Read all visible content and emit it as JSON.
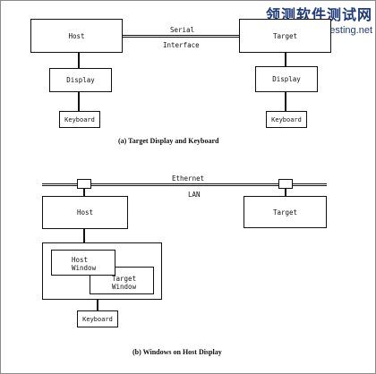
{
  "watermark": {
    "title": "领测软件测试网",
    "url": "www.ltesting.net"
  },
  "diagram_a": {
    "host": "Host",
    "target": "Target",
    "serial_line1": "Serial",
    "serial_line2": "Interface",
    "host_display": "Display",
    "target_display": "Display",
    "host_keyboard": "Keyboard",
    "target_keyboard": "Keyboard",
    "caption": "(a) Target Display and Keyboard"
  },
  "diagram_b": {
    "ethernet": "Ethernet",
    "lan": "LAN",
    "host": "Host",
    "target": "Target",
    "host_window_line1": "Host",
    "host_window_line2": "Window",
    "target_window_line1": "Target",
    "target_window_line2": "Window",
    "keyboard": "Keyboard",
    "caption": "(b) Windows on Host Display"
  }
}
